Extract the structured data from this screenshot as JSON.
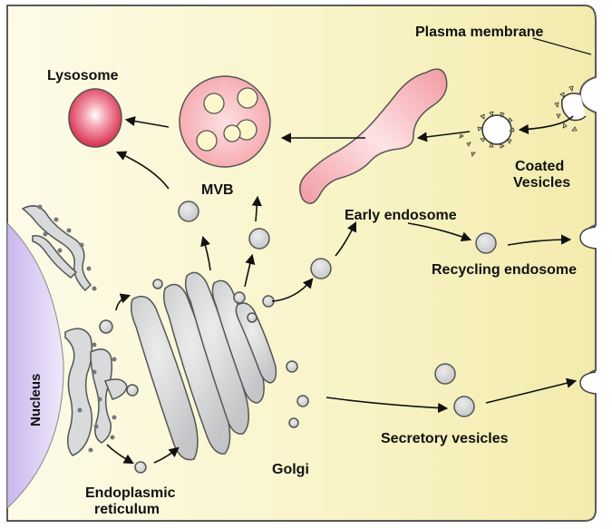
{
  "labels": {
    "plasma_membrane": "Plasma membrane",
    "lysosome": "Lysosome",
    "mvb": "MVB",
    "coated": "Coated",
    "vesicles": "Vesicles",
    "early_endosome": "Early endosome",
    "recycling_endosome": "Recycling endosome",
    "nucleus": "Nucleus",
    "secretory_vesicles": "Secretory vesicles",
    "golgi": "Golgi",
    "er_line1": "Endoplasmic",
    "er_line2": "reticulum"
  },
  "colors": {
    "cytoplasm": "#f8f2bf",
    "cytoplasm_edge": "#fdfbe6",
    "nucleus": "#d9ccf0",
    "organelle_gray": "#cfd1d2",
    "endosome_pink": "#f4b3b8",
    "lysosome_red": "#e4475f",
    "mvb_inner": "#fff6c6",
    "outline": "#555555",
    "arrow": "#111111"
  }
}
